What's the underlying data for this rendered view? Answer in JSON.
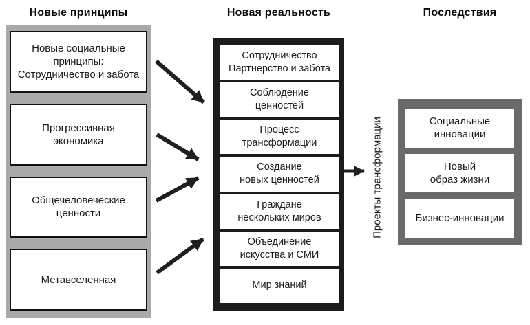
{
  "diagram": {
    "columns": [
      {
        "title": "Новые принципы",
        "items": [
          "Новые социальные\nпринципы:\nСотрудничество и забота",
          "Прогрессивная\nэкономика",
          "Общечеловеческие\nценности",
          "Метавселенная"
        ]
      },
      {
        "title": "Новая реальность",
        "items": [
          "Сотрудничество\nПартнерство и забота",
          "Соблюдение\nценностей",
          "Процесс\nтрансформации",
          "Создание\nновых ценностей",
          "Граждане\nнескольких миров",
          "Объединение\nискусства и СМИ",
          "Мир знаний"
        ]
      },
      {
        "title": "Последствия",
        "items": [
          "Социальные\nинновации",
          "Новый\nобраз жизни",
          "Бизнес-инновации"
        ]
      }
    ],
    "connector_label": "Проекты трансформации",
    "colors": {
      "left_panel": "#a9a9a9",
      "middle_panel": "#1c1c1c",
      "right_panel": "#6a6a6a",
      "arrow": "#1f1f1f",
      "box_text": "#1a1a1a"
    }
  }
}
